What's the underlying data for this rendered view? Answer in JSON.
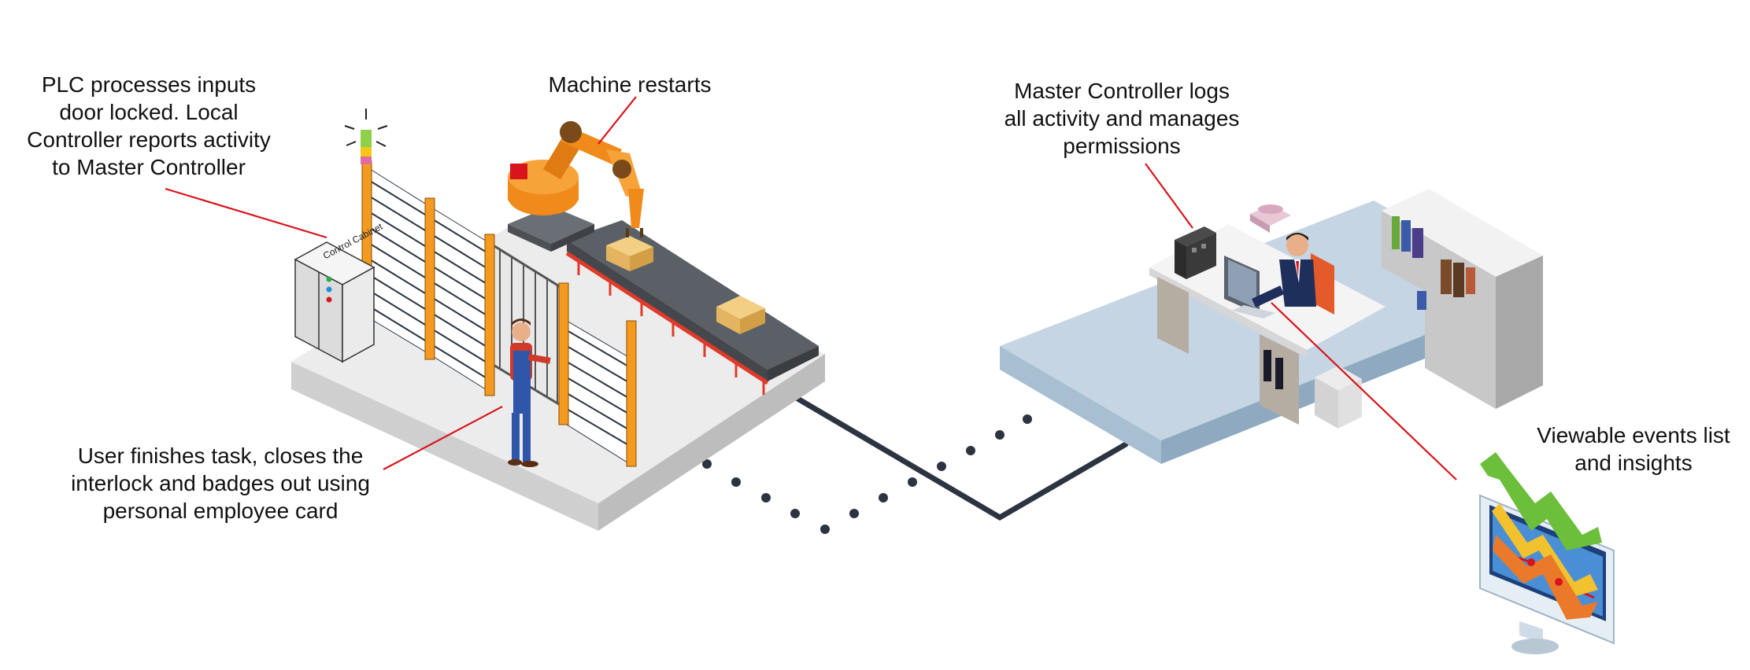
{
  "labels": {
    "plc": [
      "PLC processes inputs",
      "door locked. Local",
      "Controller reports activity",
      "to Master Controller"
    ],
    "machine": [
      "Machine restarts"
    ],
    "master": [
      "Master Controller logs",
      "all activity and manages",
      "permissions"
    ],
    "user": [
      "User finishes task, closes the",
      "interlock and badges out using",
      "personal employee card"
    ],
    "events": [
      "Viewable events list",
      "and insights"
    ]
  },
  "cabinet_text": "Control Cabinet",
  "colors": {
    "callout": "#d8141c",
    "cable": "#2b3440",
    "fence_post": "#f39a1f",
    "robot": "#f08a1a",
    "floor": "#c5d5e3",
    "platform": "#e6e6e6"
  }
}
